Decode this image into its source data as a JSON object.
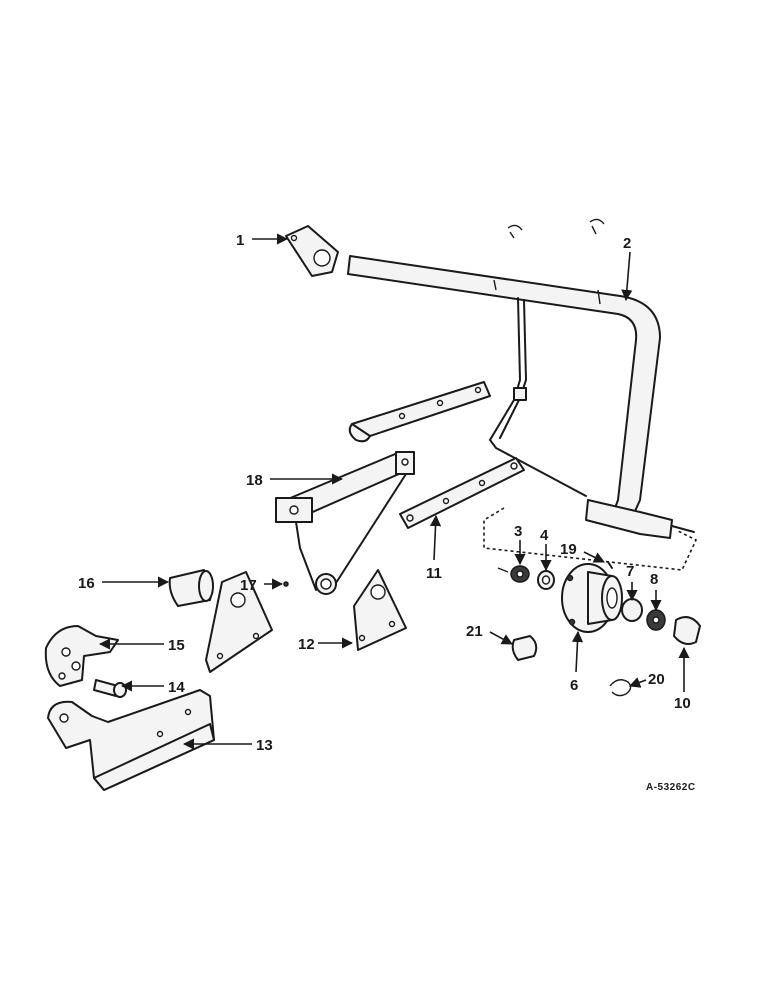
{
  "figure": {
    "drawing_code": "A-53262C",
    "callouts": [
      "1",
      "2",
      "3",
      "4",
      "6",
      "7",
      "8",
      "10",
      "11",
      "12",
      "13",
      "14",
      "15",
      "16",
      "17",
      "18",
      "19",
      "20",
      "21"
    ]
  }
}
